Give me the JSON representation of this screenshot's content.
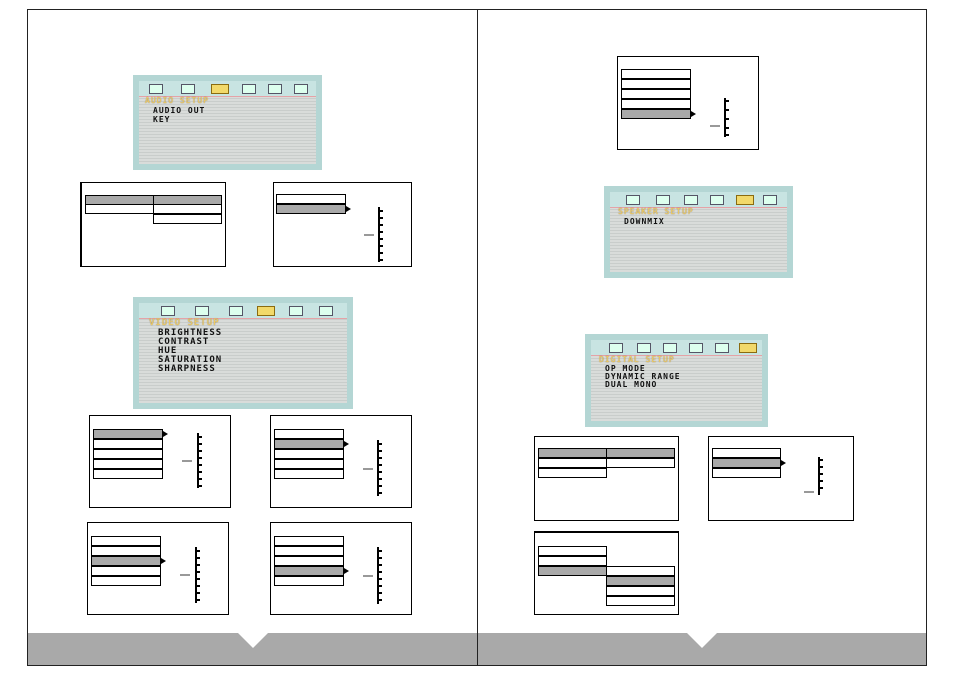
{
  "colors": {
    "footer": "#a9a9a9",
    "highlight": "#a9a9a9",
    "osd_title": "#f4d063",
    "osd_border": "#b4d6d4"
  },
  "osd_icons": [
    "monitor-icon",
    "film-icon",
    "audio-icon",
    "video-icon",
    "speaker-icon",
    "digital-icon"
  ],
  "audio_setup": {
    "title": "AUDIO SETUP",
    "items": [
      "AUDIO OUT",
      "KEY"
    ]
  },
  "video_setup": {
    "title": "VIDEO SETUP",
    "items": [
      "BRIGHTNESS",
      "CONTRAST",
      "HUE",
      "SATURATION",
      "SHARPNESS"
    ]
  },
  "speaker_setup": {
    "title": "SPEAKER SETUP",
    "items": [
      "DOWNMIX"
    ]
  },
  "digital_setup": {
    "title": "DIGITAL SETUP",
    "items": [
      "OP MODE",
      "DYNAMIC RANGE",
      "DUAL MONO"
    ]
  }
}
